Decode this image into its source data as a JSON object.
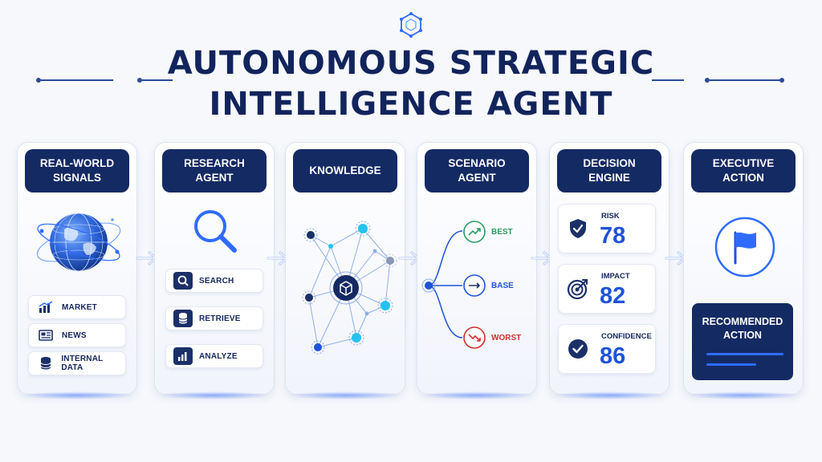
{
  "title": {
    "line1": "AUTONOMOUS STRATEGIC",
    "line2": "INTELLIGENCE AGENT"
  },
  "logo_icon": "hexagon-network-icon",
  "colors": {
    "navy": "#142a63",
    "accent": "#1f53d6",
    "green": "#2a9d64",
    "red": "#d22f2f",
    "cyan": "#25c2f0"
  },
  "cards": [
    {
      "header": "REAL-WORLD\nSIGNALS",
      "icon": "globe-icon",
      "items": [
        {
          "icon": "bar-chart-icon",
          "label": "MARKET"
        },
        {
          "icon": "newspaper-icon",
          "label": "NEWS"
        },
        {
          "icon": "database-icon",
          "label": "INTERNAL DATA"
        }
      ]
    },
    {
      "header": "RESEARCH\nAGENT",
      "icon": "magnifier-icon",
      "items": [
        {
          "icon": "search-icon",
          "label": "SEARCH"
        },
        {
          "icon": "database-icon",
          "label": "RETRIEVE"
        },
        {
          "icon": "bar-chart-icon",
          "label": "ANALYZE"
        }
      ]
    },
    {
      "header": "KNOWLEDGE",
      "icon": "knowledge-graph-icon"
    },
    {
      "header": "SCENARIO\nAGENT",
      "scenarios": [
        {
          "label": "BEST",
          "icon": "trend-up-icon"
        },
        {
          "label": "BASE",
          "icon": "trend-flat-icon"
        },
        {
          "label": "WORST",
          "icon": "trend-down-icon"
        }
      ]
    },
    {
      "header": "DECISION\nENGINE",
      "metrics": [
        {
          "label": "RISK",
          "value": "78",
          "icon": "shield-check-icon"
        },
        {
          "label": "IMPACT",
          "value": "82",
          "icon": "target-icon"
        },
        {
          "label": "CONFIDENCE",
          "value": "86",
          "icon": "check-circle-icon"
        }
      ]
    },
    {
      "header": "EXECUTIVE\nACTION",
      "icon": "flag-icon",
      "recommendation": "RECOMMENDED\nACTION"
    }
  ]
}
